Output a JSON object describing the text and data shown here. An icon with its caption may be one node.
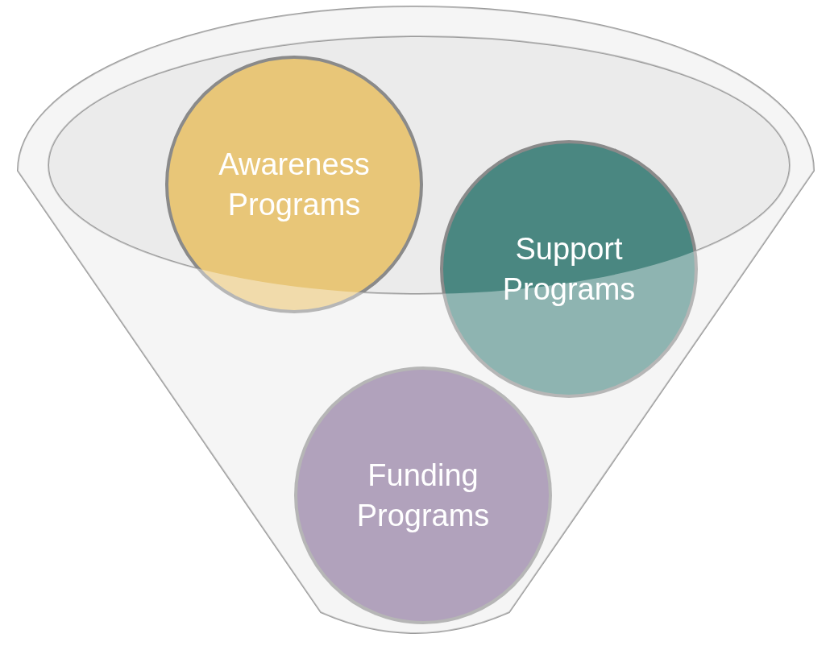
{
  "diagram": {
    "nodes": [
      {
        "text": [
          "Awareness Programs"
        ]
      },
      {
        "text": [
          "Support Programs"
        ]
      },
      {
        "text": [
          "Funding Programs"
        ]
      }
    ]
  }
}
